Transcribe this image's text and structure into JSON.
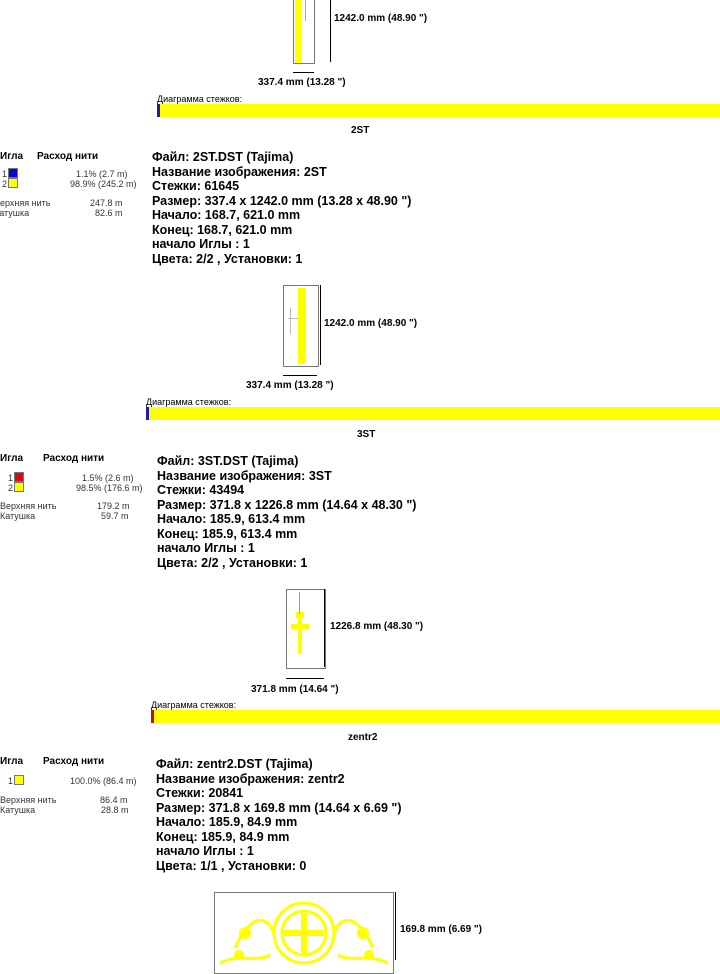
{
  "diagram_label": "Диаграмма стежков:",
  "needle_header": "Игла",
  "consumption_header": "Расход нити",
  "top_thread_label": "Верхняя нить",
  "bobbin_label": "Катушка",
  "top_fragment": {
    "height_dim": "1242.0 mm (48.90 \")",
    "width_dim": "337.4 mm (13.28 \")",
    "diagram_colors": [
      "#1f1f9a",
      "#ffff00"
    ]
  },
  "designs": [
    {
      "title": "2ST",
      "needles": [
        {
          "num": "1",
          "color": "#0a0ac8",
          "pct": "1.1% (2.7 m)"
        },
        {
          "num": "2",
          "color": "#ffff00",
          "pct": "98.9% (245.2 m)"
        }
      ],
      "top_thread": "247.8 m",
      "bobbin": "82.6 m",
      "file": "Файл: 2ST.DST  (Tajima)",
      "image_name": "Название изображения: 2ST",
      "stitches": "Стежки: 61645",
      "size": "Размер: 337.4 x 1242.0 mm (13.28 x 48.90 \")",
      "start": "Начало: 168.7, 621.0 mm",
      "end": "Конец: 168.7, 621.0 mm",
      "needle_start": "начало Иглы : 1",
      "colors": "Цвета: 2/2 , Установки: 1",
      "height_dim": "1242.0 mm (48.90 \")",
      "width_dim": "337.4 mm (13.28 \")",
      "diagram_marker": "#1f1f9a"
    },
    {
      "title": "3ST",
      "needles": [
        {
          "num": "1",
          "color": "#d01010",
          "pct": "1.5% (2.6 m)"
        },
        {
          "num": "2",
          "color": "#ffff00",
          "pct": "98.5% (176.6 m)"
        }
      ],
      "top_thread": "179.2 m",
      "bobbin": "59.7 m",
      "file": "Файл: 3ST.DST  (Tajima)",
      "image_name": "Название изображения: 3ST",
      "stitches": "Стежки: 43494",
      "size": "Размер: 371.8 x 1226.8 mm (14.64 x 48.30 \")",
      "start": "Начало: 185.9, 613.4 mm",
      "end": "Конец: 185.9, 613.4 mm",
      "needle_start": "начало Иглы : 1",
      "colors": "Цвета: 2/2 , Установки: 1",
      "height_dim": "1226.8 mm (48.30 \")",
      "width_dim": "371.8 mm (14.64 \")",
      "diagram_marker": "#c01010"
    },
    {
      "title": "zentr2",
      "needles": [
        {
          "num": "1",
          "color": "#ffff00",
          "pct": "100.0% (86.4 m)"
        }
      ],
      "top_thread": "86.4 m",
      "bobbin": "28.8 m",
      "file": "Файл: zentr2.DST  (Tajima)",
      "image_name": "Название изображения: zentr2",
      "stitches": "Стежки: 20841",
      "size": "Размер: 371.8 x 169.8 mm (14.64 x 6.69 \")",
      "start": "Начало: 185.9, 84.9 mm",
      "end": "Конец: 185.9, 84.9 mm",
      "needle_start": "начало Иглы : 1",
      "colors": "Цвета: 1/1 , Установки: 0",
      "height_dim": "169.8 mm (6.69 \")"
    }
  ]
}
